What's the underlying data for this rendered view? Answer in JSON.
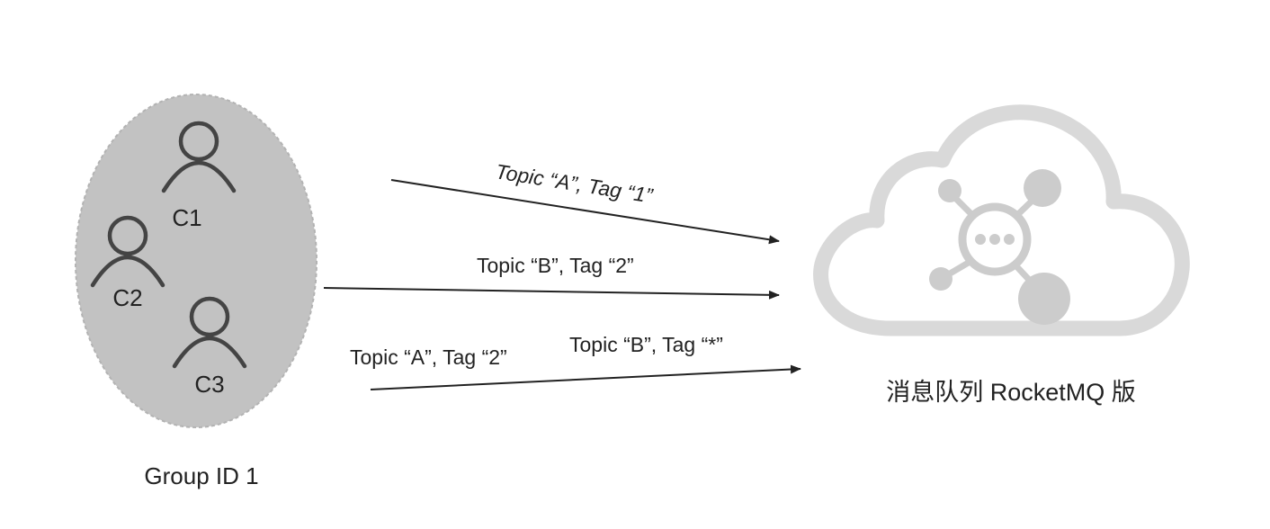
{
  "group": {
    "label": "Group ID 1",
    "consumers": [
      "C1",
      "C2",
      "C3"
    ]
  },
  "subscriptions": [
    "Topic “A”, Tag “1”",
    "Topic “B”, Tag “2”",
    "Topic “A”, Tag “2”",
    "Topic “B”, Tag “*”"
  ],
  "service": {
    "label": "消息队列 RocketMQ 版"
  },
  "colors": {
    "group_fill": "#c2c2c2",
    "cloud": "#d9d9d9",
    "hub": "#cccccc",
    "line": "#222222"
  }
}
